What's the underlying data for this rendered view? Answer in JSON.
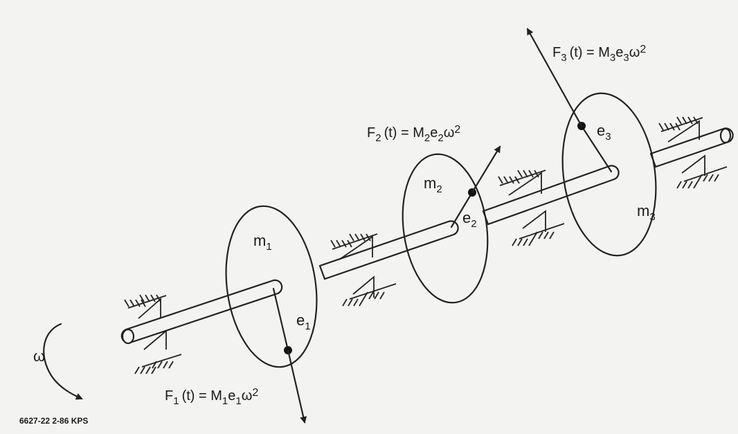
{
  "rotation": {
    "symbol": "ω"
  },
  "disks": [
    {
      "mass": "m",
      "index": "1",
      "ecc": "e",
      "ecc_index": "1"
    },
    {
      "mass": "m",
      "index": "2",
      "ecc": "e",
      "ecc_index": "2"
    },
    {
      "mass": "m",
      "index": "3",
      "ecc": "e",
      "ecc_index": "3"
    }
  ],
  "forces": [
    {
      "F": "F",
      "i": "1",
      "t": "(t) = M",
      "Mi": "1",
      "e": "e",
      "ei": "1",
      "w": "ω",
      "p": "2"
    },
    {
      "F": "F",
      "i": "2",
      "t": "(t) = M",
      "Mi": "2",
      "e": "e",
      "ei": "2",
      "w": "ω",
      "p": "2"
    },
    {
      "F": "F",
      "i": "3",
      "t": "(t) = M",
      "Mi": "3",
      "e": "e",
      "ei": "3",
      "w": "ω",
      "p": "2"
    }
  ],
  "footer": {
    "code": "6627-22 2-86 KPS"
  }
}
